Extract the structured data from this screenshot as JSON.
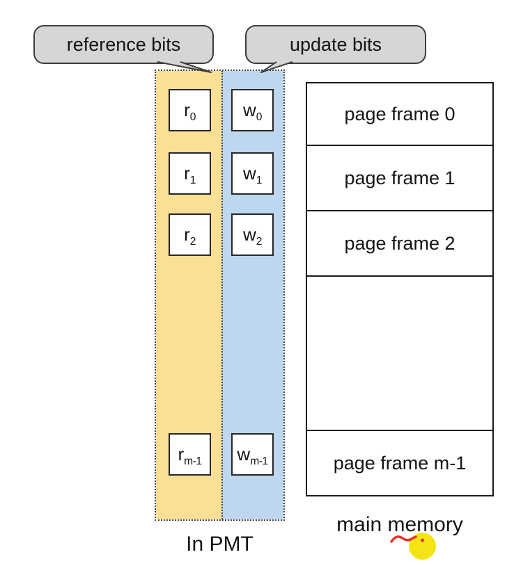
{
  "callouts": {
    "reference": "reference bits",
    "update": "update bits"
  },
  "pmt": {
    "reference_bits": [
      {
        "base": "r",
        "sub": "0"
      },
      {
        "base": "r",
        "sub": "1"
      },
      {
        "base": "r",
        "sub": "2"
      },
      {
        "base": "r",
        "sub": "m-1"
      }
    ],
    "update_bits": [
      {
        "base": "w",
        "sub": "0"
      },
      {
        "base": "w",
        "sub": "1"
      },
      {
        "base": "w",
        "sub": "2"
      },
      {
        "base": "w",
        "sub": "m-1"
      }
    ],
    "caption": "In PMT"
  },
  "memory": {
    "frames": [
      "page frame 0",
      "page frame 1",
      "page frame 2",
      "",
      "page frame m-1"
    ],
    "caption": "main memory"
  },
  "colors": {
    "reference-column": "#FBDF95",
    "update-column": "#BDD7EE",
    "callout-bg": "#D6D6D6",
    "callout-border": "#3C3C3C",
    "highlight-dot": "#F5E414",
    "annotation-red": "#E63329"
  }
}
